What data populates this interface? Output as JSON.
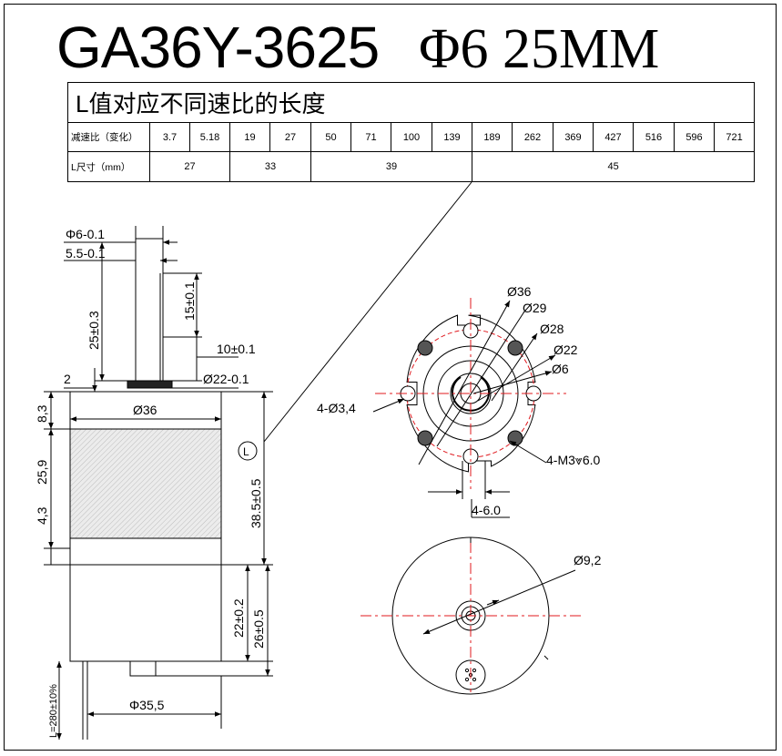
{
  "title": {
    "model": "GA36Y-3625",
    "spec": "Φ6 25MM"
  },
  "table": {
    "heading": "L值对应不同速比的长度",
    "ratio_label": "减速比（变化）",
    "ratios": [
      "3.7",
      "5.18",
      "19",
      "27",
      "50",
      "71",
      "100",
      "139",
      "189",
      "262",
      "369",
      "427",
      "516",
      "596",
      "721"
    ],
    "length_label": "L尺寸（mm）",
    "lengths": [
      {
        "value": "27",
        "span": 2
      },
      {
        "value": "33",
        "span": 2
      },
      {
        "value": "39",
        "span": 4
      },
      {
        "value": "45",
        "span": 7
      }
    ]
  },
  "side_view": {
    "dims": {
      "shaft_dia": "Φ6-0.1",
      "flat_width": "5.5-0.1",
      "shaft_length": "25±0.3",
      "flat_length": "15±0.1",
      "shoulder": "10±0.1",
      "boss_dia": "Ø22-0.1",
      "boss_height": "2",
      "gearbox_dia": "Ø36",
      "top_section": "8,3",
      "mid_section": "25,9",
      "lower_section": "4,3",
      "gearbox_length": "38.5±0.5",
      "l_marker": "L",
      "motor_body": "22±0.2",
      "motor_total": "26±0.5",
      "wire_length": "L=280±10%",
      "motor_dia": "Φ35,5"
    }
  },
  "front_view": {
    "dims": {
      "d36": "Ø36",
      "d29": "Ø29",
      "d28": "Ø28",
      "d22": "Ø22",
      "d6": "Ø6",
      "holes": "4-Ø3,4",
      "threads": "4-M3",
      "thread_depth": "6.0",
      "slots": "4-6.0"
    }
  },
  "rear_view": {
    "dims": {
      "d9": "Ø9,2"
    }
  },
  "colors": {
    "line": "#000000",
    "center_line": "#e0191e",
    "hole_fill": "#ff0000",
    "screw_fill": "#555555",
    "gearbox_hatch": "#d8d8d8"
  }
}
